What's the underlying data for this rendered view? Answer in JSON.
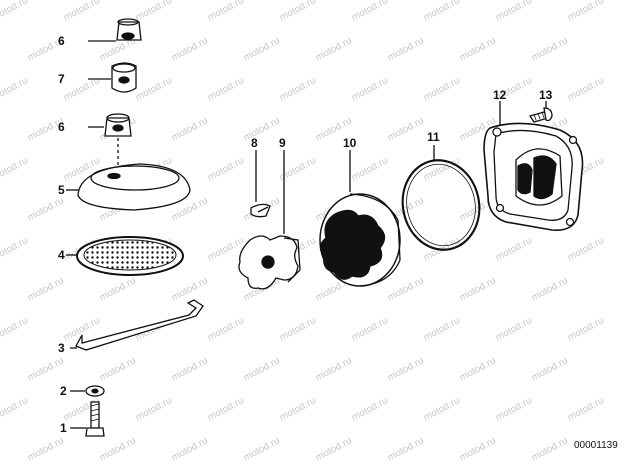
{
  "callouts": {
    "p1": "1",
    "p2": "2",
    "p3": "3",
    "p4": "4",
    "p5": "5",
    "p6a": "6",
    "p6b": "6",
    "p7": "7",
    "p8": "8",
    "p9": "9",
    "p10": "10",
    "p11": "11",
    "p12": "12",
    "p13": "13"
  },
  "watermark": "motod.ru",
  "reference_number": "00001139",
  "colors": {
    "line": "#111111",
    "watermark": "#c9c9c9",
    "background": "#ffffff"
  }
}
